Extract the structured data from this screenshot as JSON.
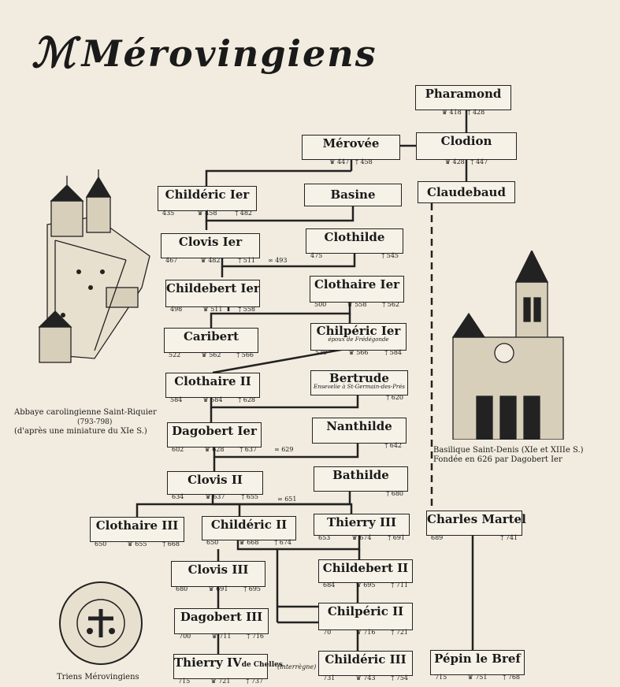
{
  "title": "Mérovingiens",
  "people": {
    "pharamond": {
      "name": "Pharamond",
      "reign_start": "418",
      "death": "† 428"
    },
    "clodion": {
      "name": "Clodion",
      "reign_start": "428",
      "death": "† 447"
    },
    "merovee": {
      "name": "Mérovée",
      "reign_start": "447",
      "death": "† 458"
    },
    "claudebaud": {
      "name": "Claudebaud"
    },
    "childeric1": {
      "name": "Childéric Ier",
      "birth": "435",
      "reign_start": "458",
      "death": "† 482"
    },
    "basine": {
      "name": "Basine"
    },
    "clovis1": {
      "name": "Clovis Ier",
      "birth": "467",
      "reign_start": "482",
      "death": "† 511"
    },
    "clothilde": {
      "name": "Clothilde",
      "birth": "475",
      "death": "† 545"
    },
    "childebert1": {
      "name": "Childebert Ier",
      "birth": "498",
      "reign_start": "511",
      "death": "† 558"
    },
    "clothaire1": {
      "name": "Clothaire Ier",
      "birth": "500",
      "reign_start": "558",
      "death": "† 562"
    },
    "caribert": {
      "name": "Caribert",
      "birth": "522",
      "reign_start": "562",
      "death": "† 566"
    },
    "chilperic1": {
      "name": "Chilpéric Ier",
      "note": "époux de Frédégonde",
      "birth": "539",
      "reign_start": "566",
      "death": "† 584"
    },
    "clothaire2": {
      "name": "Clothaire II",
      "birth": "584",
      "reign_start": "584",
      "death": "† 628"
    },
    "bertrude": {
      "name": "Bertrude",
      "note": "Ensevelie à St-Germain-des-Prés",
      "death": "† 620"
    },
    "dagobert1": {
      "name": "Dagobert Ier",
      "birth": "602",
      "reign_start": "628",
      "death": "† 637"
    },
    "nanthilde": {
      "name": "Nanthilde",
      "death": "† 642"
    },
    "clovis2": {
      "name": "Clovis II",
      "birth": "634",
      "reign_start": "637",
      "death": "† 655"
    },
    "bathilde": {
      "name": "Bathilde",
      "death": "† 680"
    },
    "clothaire3": {
      "name": "Clothaire III",
      "birth": "650",
      "reign_start": "655",
      "death": "† 668"
    },
    "childeric2": {
      "name": "Childéric II",
      "birth": "650",
      "reign_start": "668",
      "death": "† 674"
    },
    "thierry3": {
      "name": "Thierry III",
      "birth": "653",
      "reign_start": "674",
      "death": "† 691"
    },
    "charlesmartel": {
      "name": "Charles Martel",
      "birth": "689",
      "death": "† 741"
    },
    "clovis3": {
      "name": "Clovis III",
      "birth": "680",
      "reign_start": "691",
      "death": "† 695"
    },
    "childebert2": {
      "name": "Childebert II",
      "birth": "684",
      "reign_start": "695",
      "death": "† 711"
    },
    "dagobert3": {
      "name": "Dagobert III",
      "birth": "700",
      "reign_start": "711",
      "death": "† 716"
    },
    "chilperic2": {
      "name": "Chilpéric II",
      "birth": "70",
      "reign_start": "716",
      "death": "† 721"
    },
    "thierry4": {
      "name": "Thierry IV",
      "suffix": "de Chelles",
      "birth": "715",
      "reign_start": "721",
      "death": "† 737"
    },
    "childeric3": {
      "name": "Childéric III",
      "birth": "731",
      "reign_start": "743",
      "death": "† 754"
    },
    "pepin": {
      "name": "Pépin le Bref",
      "birth": "715",
      "reign_start": "751",
      "death": "† 768"
    }
  },
  "marriages": {
    "m493": "∞ 493",
    "m629": "∞ 629",
    "m651": "∞ 651"
  },
  "interregne": "(interrègne)",
  "captions": {
    "abbey_line1": "Abbaye carolingienne Saint-Riquier",
    "abbey_line2": "(793-798)",
    "abbey_line3": "(d'après une miniature du XIe S.)",
    "basilica_line1": "Basilique Saint-Denis (XIe et XIIIe S.)",
    "basilica_line2": "Fondée en 626 par Dagobert Ier",
    "coin": "Triens Mérovingiens"
  },
  "crown_glyph": "♛",
  "colors": {
    "paper": "#f2ece0",
    "ink": "#1a1a1a"
  }
}
